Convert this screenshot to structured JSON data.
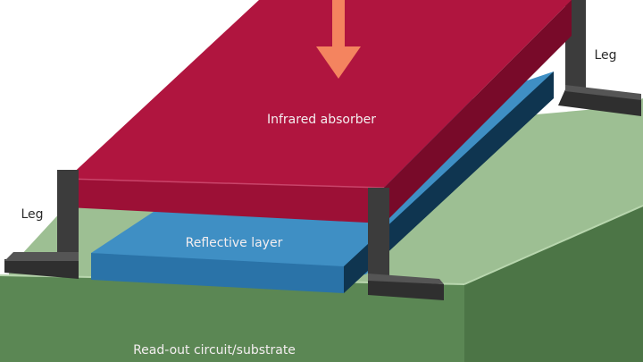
{
  "diagram": {
    "labels": {
      "absorber": "Infrared absorber",
      "reflective": "Reflective layer",
      "substrate": "Read-out circuit/substrate",
      "leg_left": "Leg",
      "leg_right": "Leg"
    },
    "colors": {
      "absorber_top": "#b0153f",
      "absorber_front": "#9c1036",
      "absorber_side": "#780a29",
      "reflective_top": "#3f8fc4",
      "reflective_front": "#2a73a8",
      "reflective_side": "#0f3550",
      "substrate_top": "#9dbf93",
      "substrate_front": "#5b8754",
      "substrate_side": "#4c7546",
      "leg": "#3c3c3c",
      "arrow": "#f4845f"
    }
  }
}
